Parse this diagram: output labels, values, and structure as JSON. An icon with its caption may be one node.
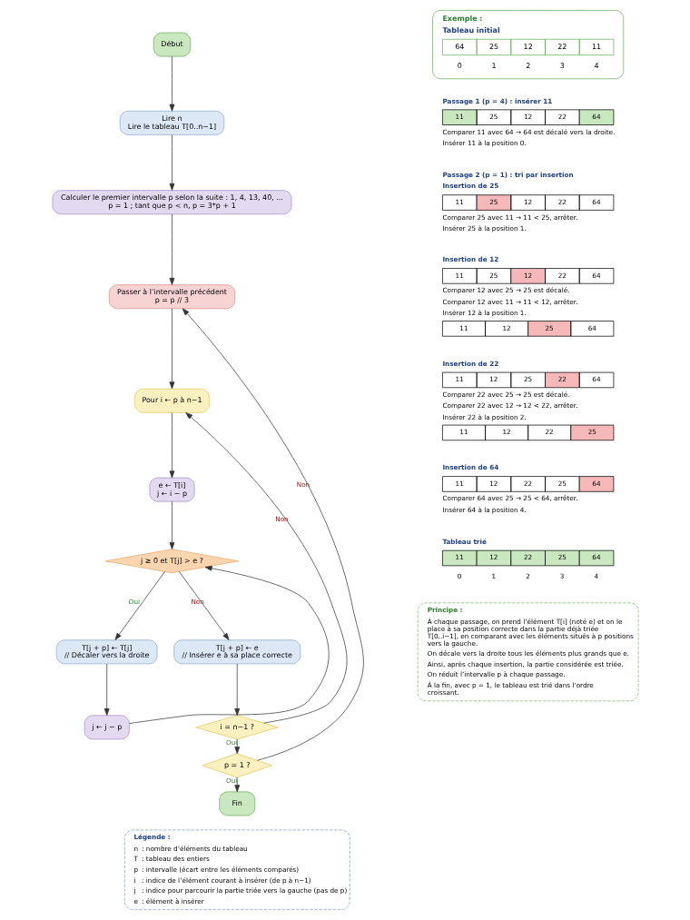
{
  "diagram": {
    "nodes": [
      {
        "text": [
          "Début"
        ]
      },
      {
        "text": [
          "Lire n",
          "Lire le tableau T[0..n−1]"
        ]
      },
      {
        "text": [
          "Calculer le premier intervalle p selon la suite : 1, 4, 13, 40, ...",
          "p = 1 ; tant que p < n, p = 3*p + 1"
        ]
      },
      {
        "text": [
          "Passer à l’intervalle précédent",
          "p = p // 3"
        ]
      },
      {
        "text": [
          "Pour i ← p à n−1"
        ]
      },
      {
        "text": [
          "e ← T[i]",
          "j ← i − p"
        ]
      },
      {
        "text": [
          "j ≥ 0 et T[j] > e ?"
        ]
      },
      {
        "text": [
          "T[j + p] ← T[j]",
          "// Décaler vers la droite"
        ]
      },
      {
        "text": [
          "T[j + p] ← e",
          "// Insérer e à sa place correcte"
        ]
      },
      {
        "text": [
          "j ← j − p"
        ]
      },
      {
        "text": [
          "i = n−1 ?"
        ]
      },
      {
        "text": [
          "p = 1 ?"
        ]
      },
      {
        "text": [
          "Fin"
        ]
      },
      {
        "text": [
          "Légende :",
          "n",
          ": nombre d’éléments du tableau",
          "T",
          ": tableau des entiers",
          "p",
          ": intervalle (écart entre les éléments comparés)",
          "i",
          ": indice de l’élément courant à insérer (de p à n−1)",
          "j",
          ": indice pour parcourir la partie triée vers la gauche (pas de p)",
          "e",
          ": élément à insérer"
        ]
      },
      {
        "text": [
          "Exemple :",
          "Tableau initial",
          "64",
          "25",
          "12",
          "22",
          "11",
          "0",
          "1",
          "2",
          "3",
          "4"
        ]
      },
      {
        "text": [
          "Principe :",
          "À chaque passage, on prend l’élément T[i] (noté e) et on le place à sa position correcte dans la partie déjà triée T[0..i−1], en comparant avec les éléments situés à p positions vers la gauche.",
          "On décale vers la droite tous les éléments plus grands que e.",
          "Ainsi, après chaque insertion, la partie considérée est triée.",
          "On réduit l’intervalle p à chaque passage.",
          "À la fin, avec p = 1, le tableau est trié dans l’ordre croissant."
        ]
      }
    ],
    "edges": [
      {
        "from": 0,
        "to": 1,
        "arrow": "to"
      },
      {
        "from": 1,
        "to": 2,
        "arrow": "to"
      },
      {
        "from": 2,
        "to": 3,
        "arrow": "to"
      },
      {
        "from": 3,
        "to": 4,
        "arrow": "to"
      },
      {
        "from": 4,
        "to": 5,
        "arrow": "to"
      },
      {
        "from": 5,
        "to": 6,
        "arrow": "to"
      },
      {
        "from": 6,
        "to": 7,
        "arrow": "to",
        "label": "Oui"
      },
      {
        "from": 6,
        "to": 8,
        "arrow": "to",
        "label": "Non"
      },
      {
        "from": 7,
        "to": 9,
        "arrow": "to"
      },
      {
        "from": 9,
        "to": 6,
        "arrow": "to"
      },
      {
        "from": 8,
        "to": 10,
        "arrow": "to"
      },
      {
        "from": 10,
        "to": 4,
        "arrow": "to",
        "label": "Non"
      },
      {
        "from": 10,
        "to": 11,
        "arrow": "to",
        "label": "Oui"
      },
      {
        "from": 11,
        "to": 3,
        "arrow": "to",
        "label": "Non"
      },
      {
        "from": 11,
        "to": 12,
        "arrow": "to",
        "label": "Oui"
      }
    ],
    "labels": [
      "Passage 1 (p = 4) : insérer 11",
      "11",
      "25",
      "12",
      "22",
      "64",
      "Comparer 11 avec 64 → 64 est décalé vers la droite.",
      "Insérer 11 à la position 0.",
      "Passage 2 (p = 1) : tri par insertion",
      "Insertion de 25",
      "11",
      "25",
      "12",
      "22",
      "64",
      "Comparer 25 avec 11 → 11 < 25, arrêter.",
      "Insérer 25 à la position 1.",
      "Insertion de 12",
      "11",
      "25",
      "12",
      "22",
      "64",
      "Comparer 12 avec 25 → 25 est décalé.",
      "Comparer 12 avec 11 → 11 < 12, arrêter.",
      "Insérer 12 à la position 1.",
      "11",
      "12",
      "25",
      "64",
      "Insertion de 22",
      "11",
      "12",
      "25",
      "22",
      "64",
      "Comparer 22 avec 25 → 25 est décalé.",
      "Comparer 22 avec 12 → 12 < 22, arrêter.",
      "Insérer 22 à la position 2.",
      "11",
      "12",
      "22",
      "25",
      "Insertion de 64",
      "11",
      "12",
      "22",
      "25",
      "64",
      "Comparer 64 avec 25 → 25 < 64, arrêter.",
      "Insérer 64 à la position 4.",
      "Tableau trié",
      "11",
      "12",
      "22",
      "25",
      "64",
      "0",
      "1",
      "2",
      "3",
      "4"
    ]
  }
}
